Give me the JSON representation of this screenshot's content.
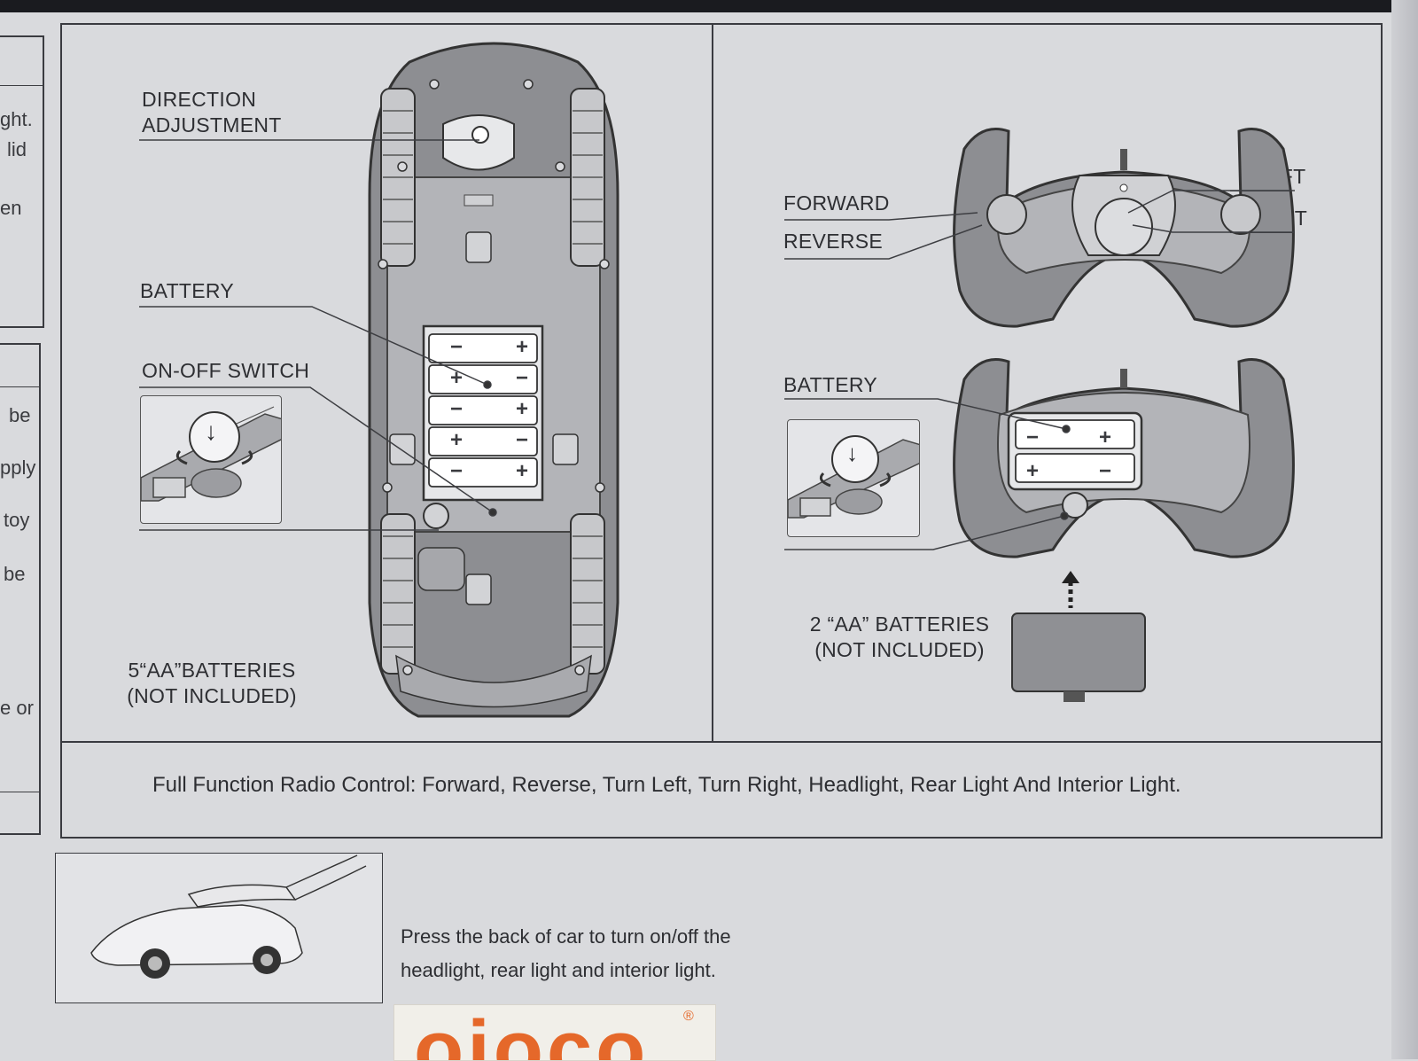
{
  "car_panel": {
    "direction_label_1": "DIRECTION",
    "direction_label_2": "ADJUSTMENT",
    "battery_label": "BATTERY",
    "switch_label": "ON-OFF SWITCH",
    "batteries_line1": "5“AA”BATTERIES",
    "batteries_line2": "(NOT INCLUDED)"
  },
  "remote_panel": {
    "forward_label": "FORWARD",
    "reverse_label": "REVERSE",
    "left_label": "LEFT",
    "right_label": "RIGHT",
    "battery_label": "BATTERY",
    "batteries_line1": "2 “AA” BATTERIES",
    "batteries_line2": "(NOT INCLUDED)"
  },
  "battery_polarity": {
    "plus": "+",
    "minus": "−"
  },
  "switch_arrow": "↓",
  "feature_text": "Full Function Radio Control: Forward, Reverse, Turn Left, Turn Right, Headlight, Rear Light And Interior Light.",
  "press_text_line1": "Press the back of car to turn on/off the",
  "press_text_line2": "headlight, rear light and interior light.",
  "left_edge_fragments": [
    "ght.",
    "lid",
    "en",
    "be",
    "pply",
    "toy",
    "be",
    "e or"
  ],
  "logo": {
    "text": "oioco",
    "mark": "®",
    "color": "#e5682a"
  },
  "colors": {
    "background": "#d9dadd",
    "line": "#3a3b40",
    "body_gray": "#8d8e92",
    "light_gray": "#b3b4b8"
  }
}
